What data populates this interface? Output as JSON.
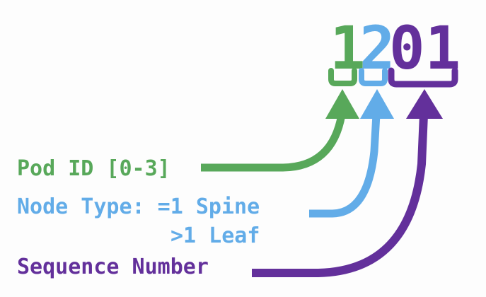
{
  "diagram": {
    "title_number": "1201",
    "colors": {
      "green": "#58a85a",
      "blue": "#62ace8",
      "purple": "#63309b",
      "background": "#fdfdfd"
    },
    "digits": [
      {
        "id": "pod-id-digit",
        "text": "1",
        "color": "#58a85a"
      },
      {
        "id": "node-type-digit",
        "text": "2",
        "color": "#62ace8"
      },
      {
        "id": "sequence-digits",
        "text": "01",
        "color": "#63309b"
      }
    ],
    "brackets": [
      {
        "id": "pod-id-bracket",
        "spans": "1",
        "color": "#58a85a"
      },
      {
        "id": "node-type-bracket",
        "spans": "2",
        "color": "#62ace8"
      },
      {
        "id": "sequence-bracket",
        "spans": "01",
        "color": "#63309b"
      }
    ],
    "labels": [
      {
        "id": "pod-id-label",
        "text": "Pod ID [0-3]",
        "color": "#58a85a"
      },
      {
        "id": "node-type-label",
        "text": "Node Type: =1 Spine",
        "color": "#62ace8"
      },
      {
        "id": "node-type-label-cont",
        "text": ">1 Leaf",
        "color": "#62ace8"
      },
      {
        "id": "sequence-number-label",
        "text": "Sequence Number",
        "color": "#63309b"
      }
    ],
    "arrows": [
      {
        "id": "pod-id-arrow",
        "from": "Pod ID [0-3]",
        "to": "1",
        "color": "#58a85a"
      },
      {
        "id": "node-type-arrow",
        "from": "Node Type: =1 Spine",
        "to": "2",
        "color": "#62ace8"
      },
      {
        "id": "sequence-number-arrow",
        "from": "Sequence Number",
        "to": "01",
        "color": "#63309b"
      }
    ]
  }
}
